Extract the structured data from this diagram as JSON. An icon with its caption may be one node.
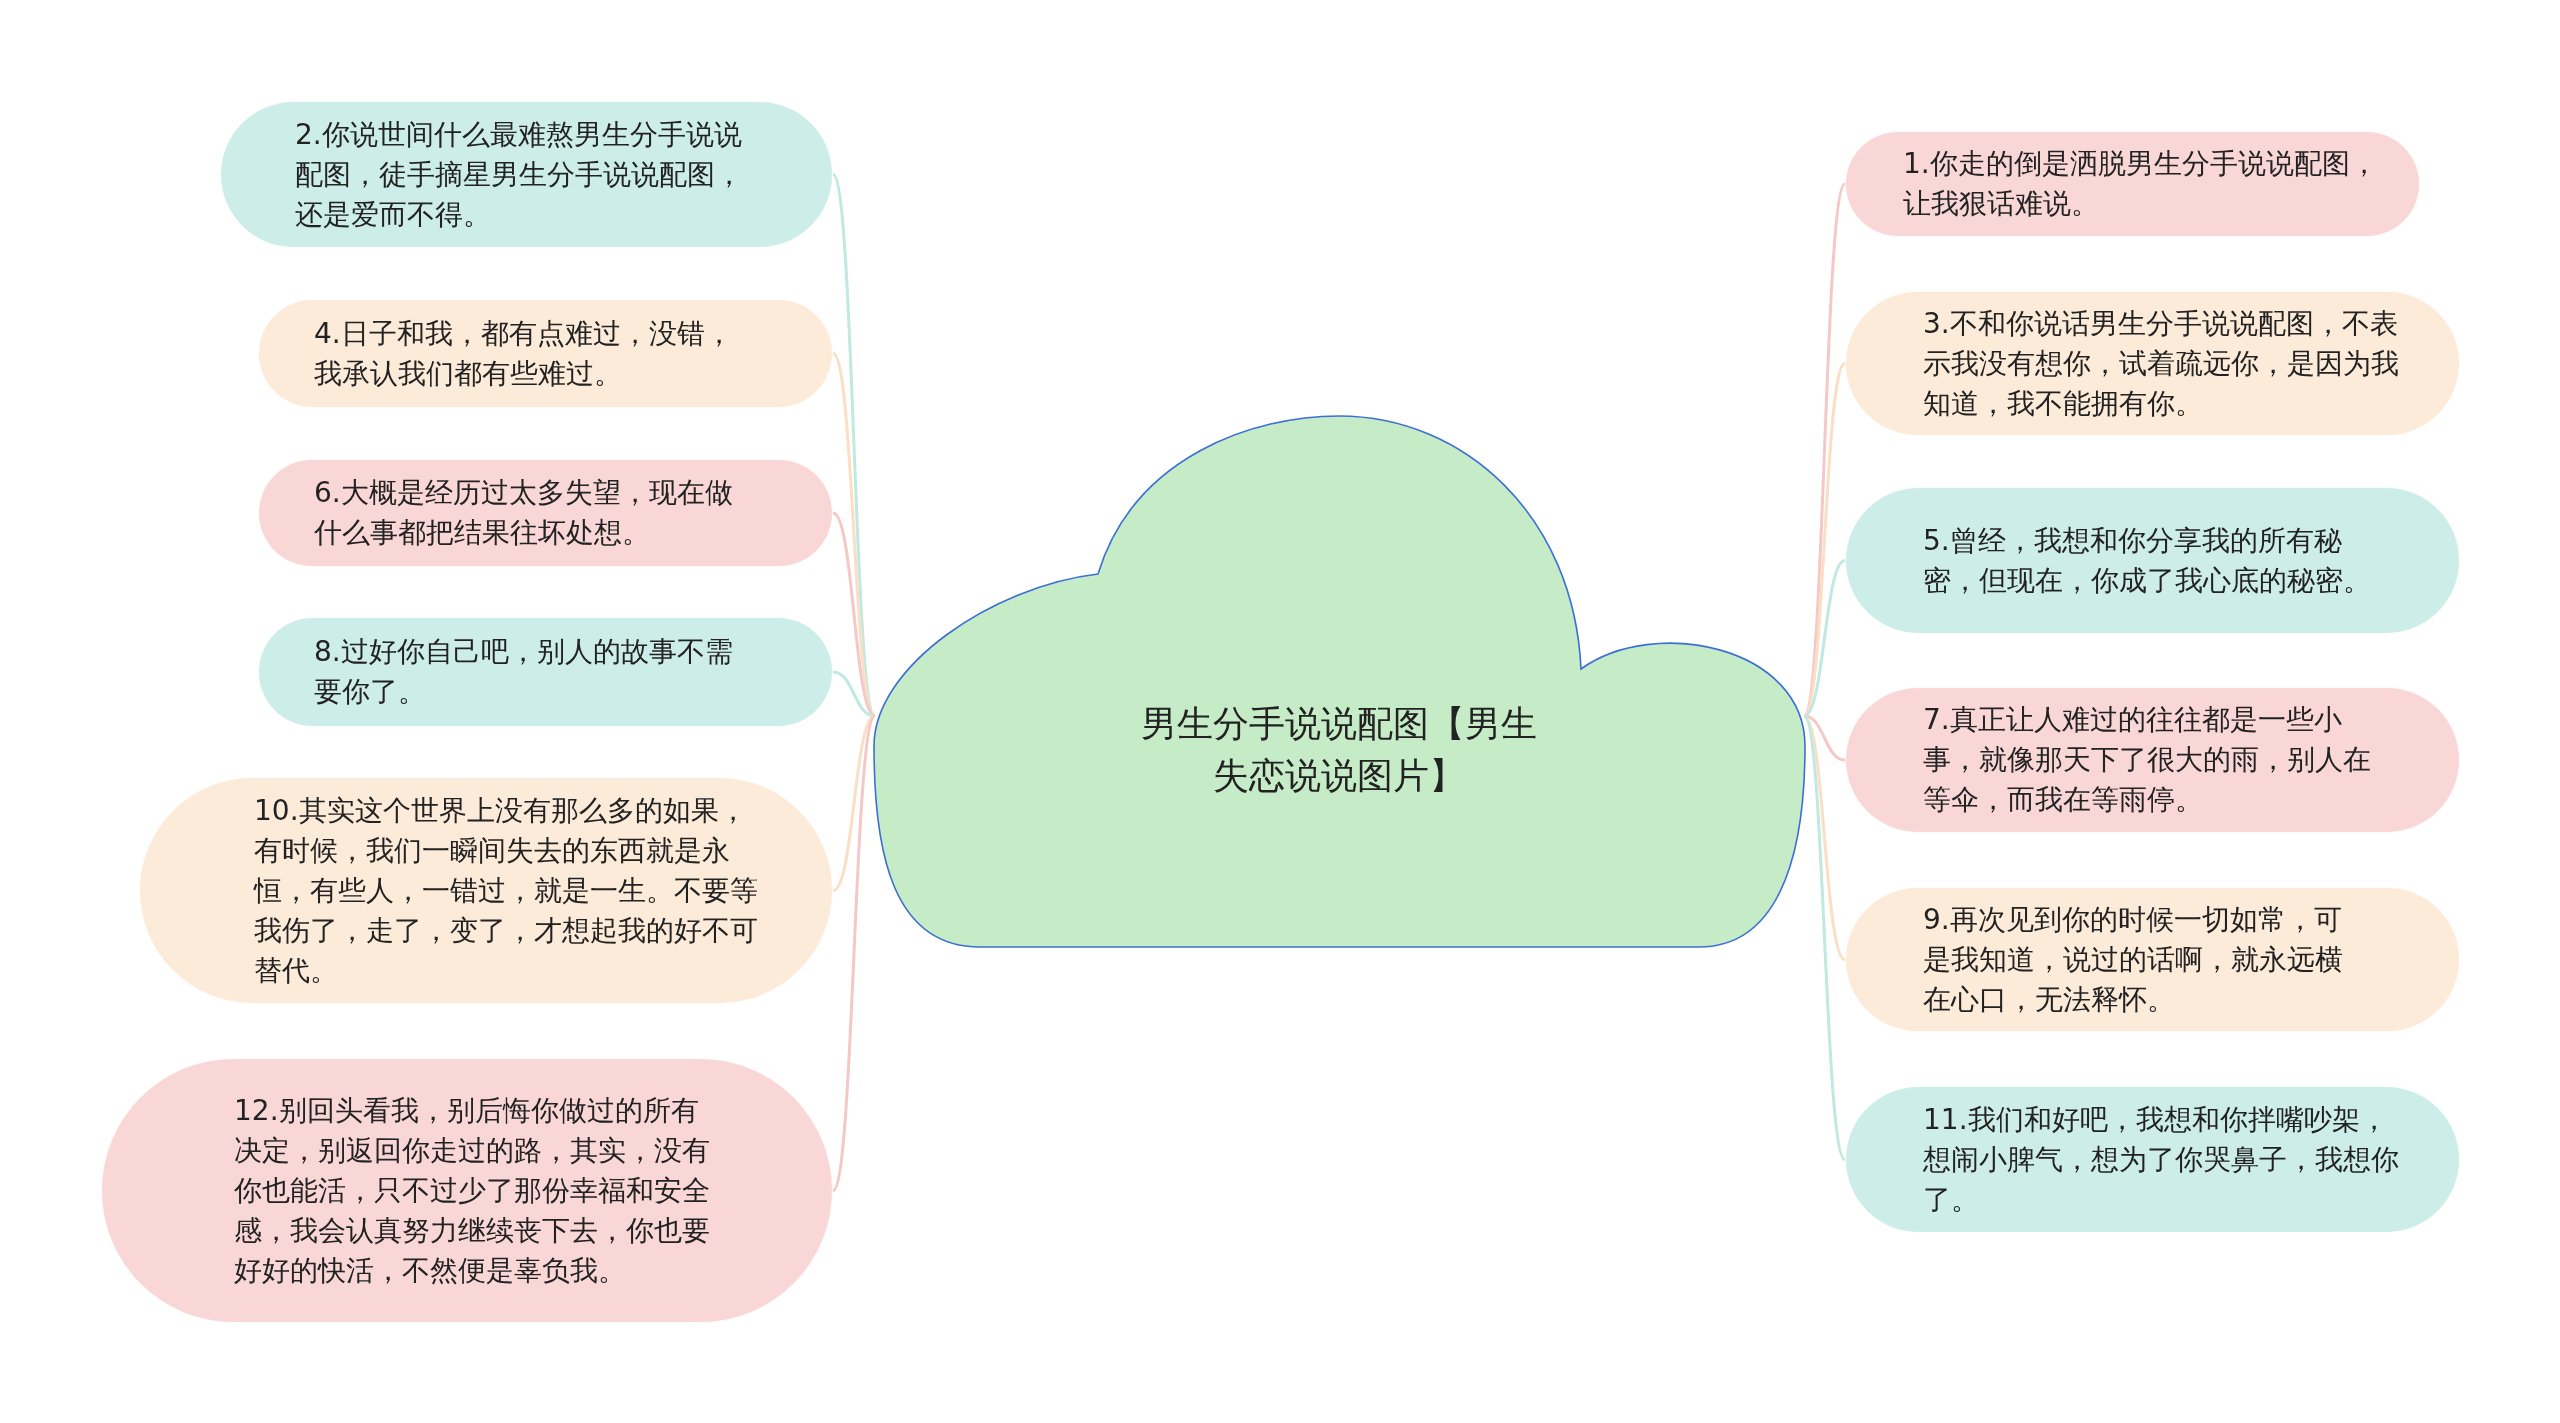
{
  "diagram": {
    "nodes": [
      {
        "text": [
          "男生分手说说配图【男生失恋说说图片】"
        ]
      },
      {
        "text": [
          "1.你走的倒是洒脱男生分手说说配图，让我狠话难说。"
        ]
      },
      {
        "text": [
          "2.你说世间什么最难熬男生分手说说配图，徒手摘星男生分手说说配图，还是爱而不得。"
        ]
      },
      {
        "text": [
          "3.不和你说话男生分手说说配图，不表示我没有想你，试着疏远你，是因为我知道，我不能拥有你。"
        ]
      },
      {
        "text": [
          "4.日子和我，都有点难过，没错，我承认我们都有些难过。"
        ]
      },
      {
        "text": [
          "5.曾经，我想和你分享我的所有秘密，但现在，你成了我心底的秘密。"
        ]
      },
      {
        "text": [
          "6.大概是经历过太多失望，现在做什么事都把结果往坏处想。"
        ]
      },
      {
        "text": [
          "7.真正让人难过的往往都是一些小事，就像那天下了很大的雨，别人在等伞，而我在等雨停。"
        ]
      },
      {
        "text": [
          "8.过好你自己吧，别人的故事不需要你了。"
        ]
      },
      {
        "text": [
          "9.再次见到你的时候一切如常，可是我知道，说过的话啊，就永远横在心口，无法释怀。"
        ]
      },
      {
        "text": [
          "10.其实这个世界上没有那么多的如果，有时候，我们一瞬间失去的东西就是永恒，有些人，一错过，就是一生。不要等我伤了，走了，变了，才想起我的好不可替代。"
        ]
      },
      {
        "text": [
          "11.我们和好吧，我想和你拌嘴吵架，想闹小脾气，想为了你哭鼻子，我想你了。"
        ]
      },
      {
        "text": [
          "12.别回头看我，别后悔你做过的所有决定，别返回你走过的路，其实，没有你也能活，只不过少了那份幸福和安全感，我会认真努力继续丧下去，你也要好好的快活，不然便是辜负我。"
        ]
      }
    ],
    "edges": [
      {
        "from": 0,
        "to": 1,
        "arrow": "none",
        "color": "#f5c8c8"
      },
      {
        "from": 0,
        "to": 2,
        "arrow": "none",
        "color": "#bfe9e1"
      },
      {
        "from": 0,
        "to": 3,
        "arrow": "none",
        "color": "#fadfc4"
      },
      {
        "from": 0,
        "to": 4,
        "arrow": "none",
        "color": "#fadfc4"
      },
      {
        "from": 0,
        "to": 5,
        "arrow": "none",
        "color": "#bfe9e1"
      },
      {
        "from": 0,
        "to": 6,
        "arrow": "none",
        "color": "#f5c8c8"
      },
      {
        "from": 0,
        "to": 7,
        "arrow": "none",
        "color": "#f5c8c8"
      },
      {
        "from": 0,
        "to": 8,
        "arrow": "none",
        "color": "#bfe9e1"
      },
      {
        "from": 0,
        "to": 9,
        "arrow": "none",
        "color": "#fadfc4"
      },
      {
        "from": 0,
        "to": 10,
        "arrow": "none",
        "color": "#fadfc4"
      },
      {
        "from": 0,
        "to": 11,
        "arrow": "none",
        "color": "#bfe9e1"
      },
      {
        "from": 0,
        "to": 12,
        "arrow": "none",
        "color": "#f5c8c8"
      }
    ]
  }
}
